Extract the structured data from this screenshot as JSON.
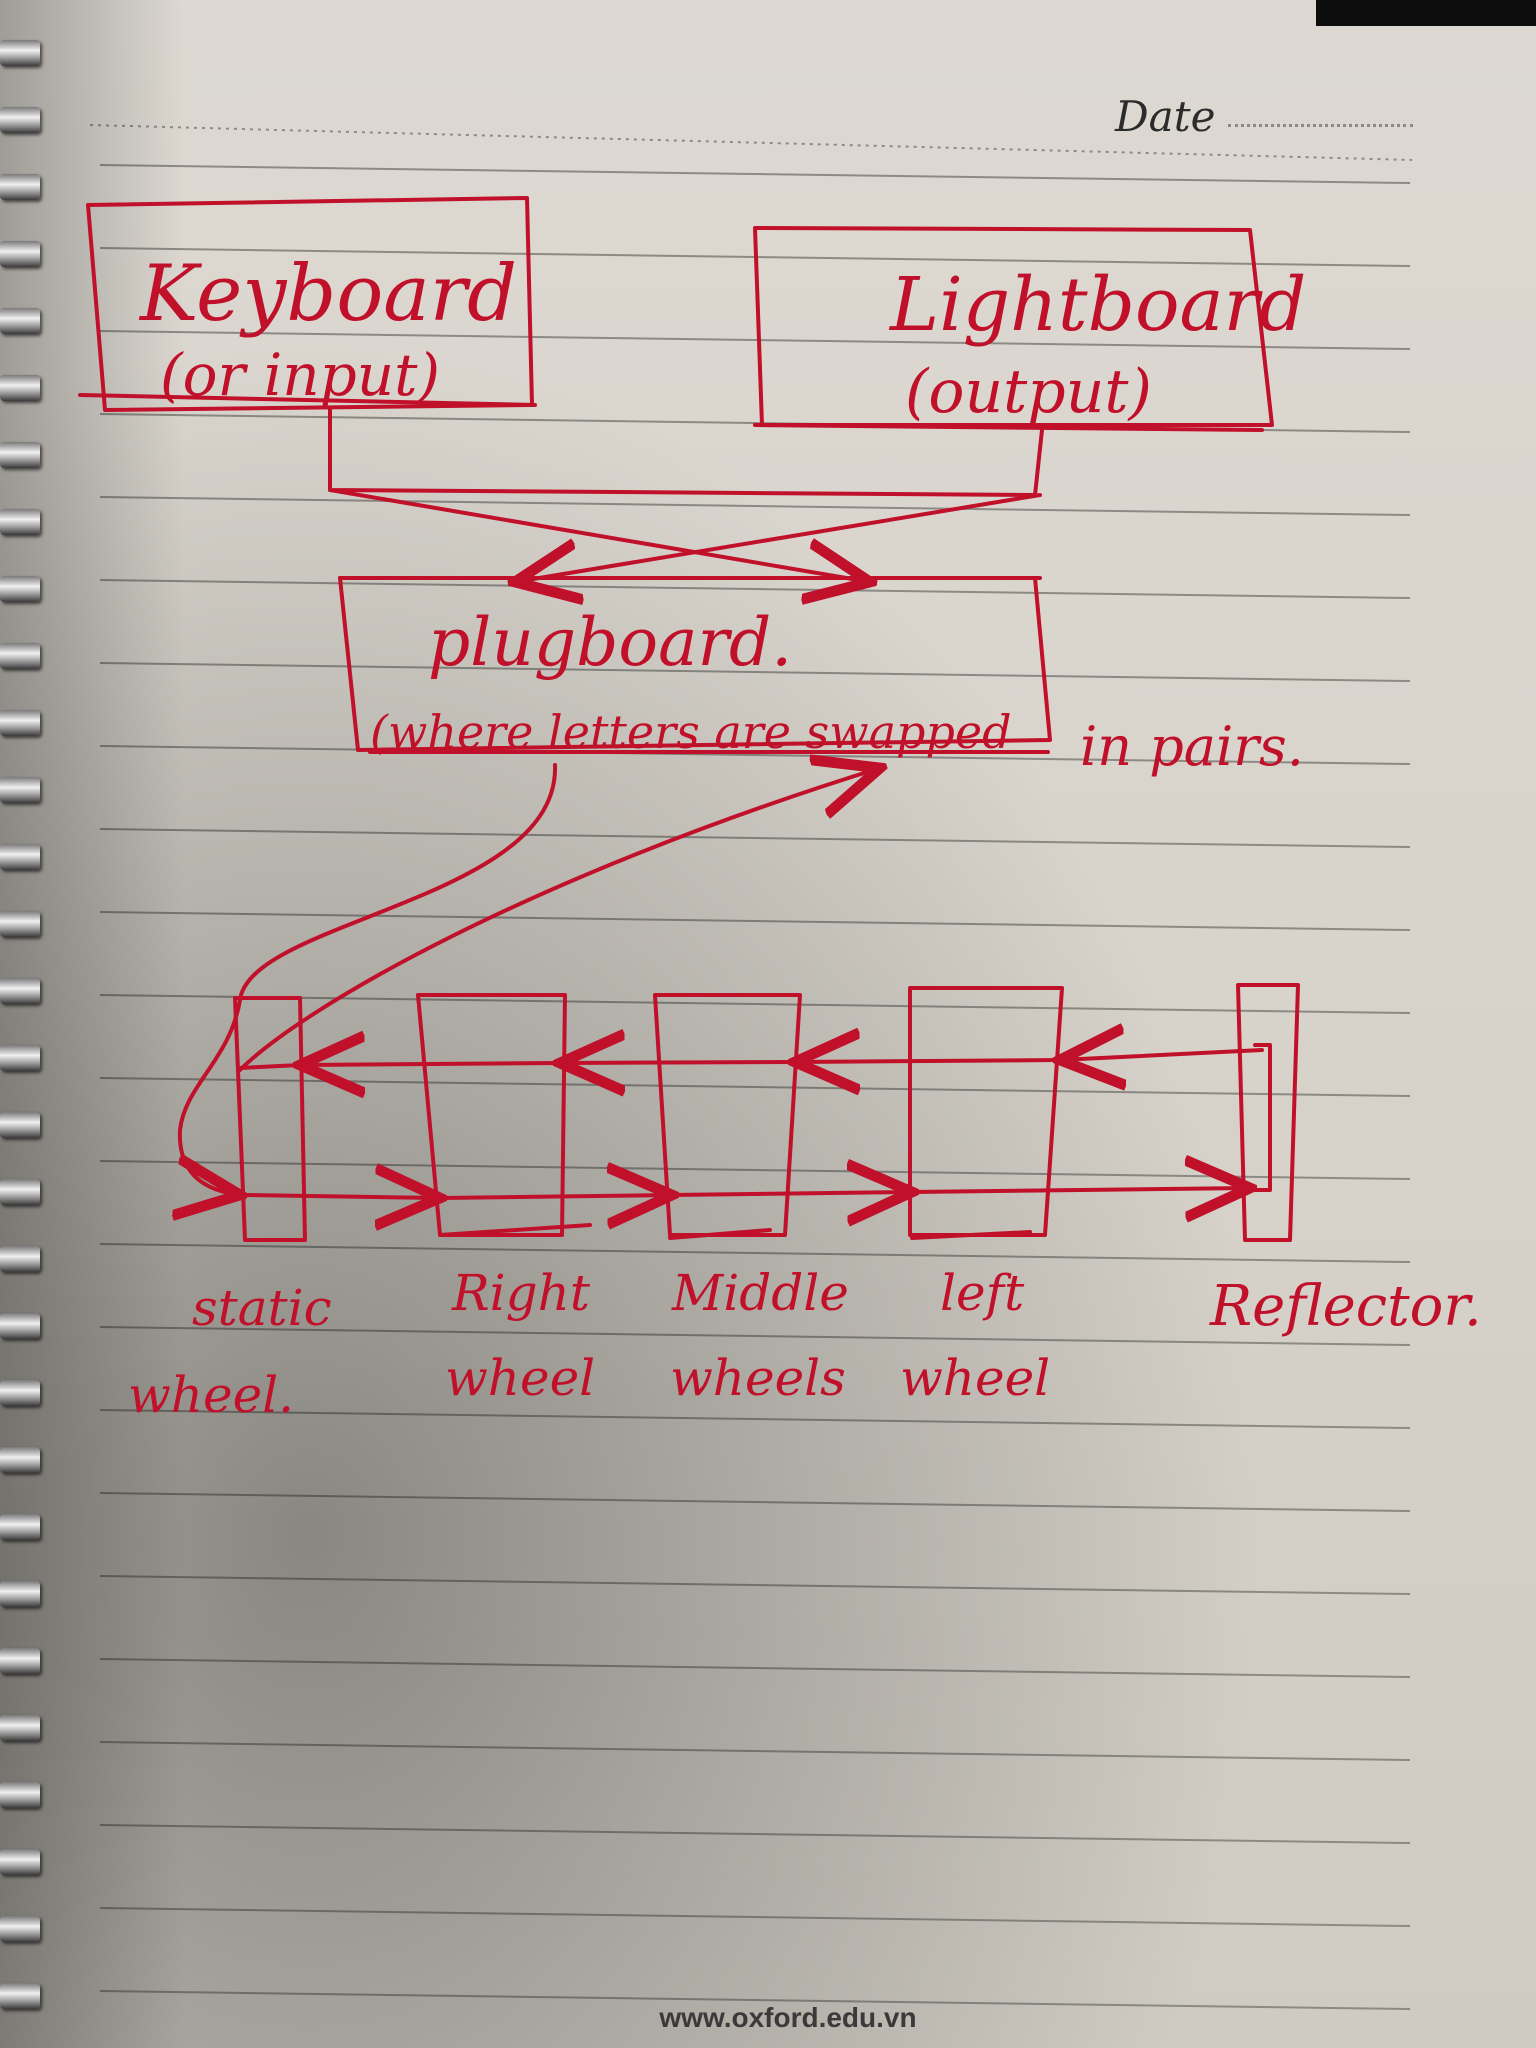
{
  "header": {
    "date_label": "Date"
  },
  "boxes": {
    "keyboard": {
      "line1": "Keyboard",
      "line2": "(or input)"
    },
    "lightboard": {
      "line1": "Lightboard",
      "line2": "(output)"
    },
    "plugboard": {
      "line1": "plugboard.",
      "line2": "(where letters are swapped",
      "suffix": "in pairs."
    }
  },
  "wheels": [
    {
      "line1": "static",
      "line2": "wheel."
    },
    {
      "line1": "Right",
      "line2": "wheel"
    },
    {
      "line1": "Middle",
      "line2": "wheels"
    },
    {
      "line1": "left",
      "line2": "wheel"
    },
    {
      "line1": "Reflector.",
      "line2": ""
    }
  ],
  "footer": {
    "url": "www.oxford.edu.vn"
  },
  "colors": {
    "ink": "#c0102a",
    "paper": "#dcd8d0",
    "ruling": "#8c8a85"
  },
  "icons": {
    "binding": "spiral-binding-icon"
  }
}
